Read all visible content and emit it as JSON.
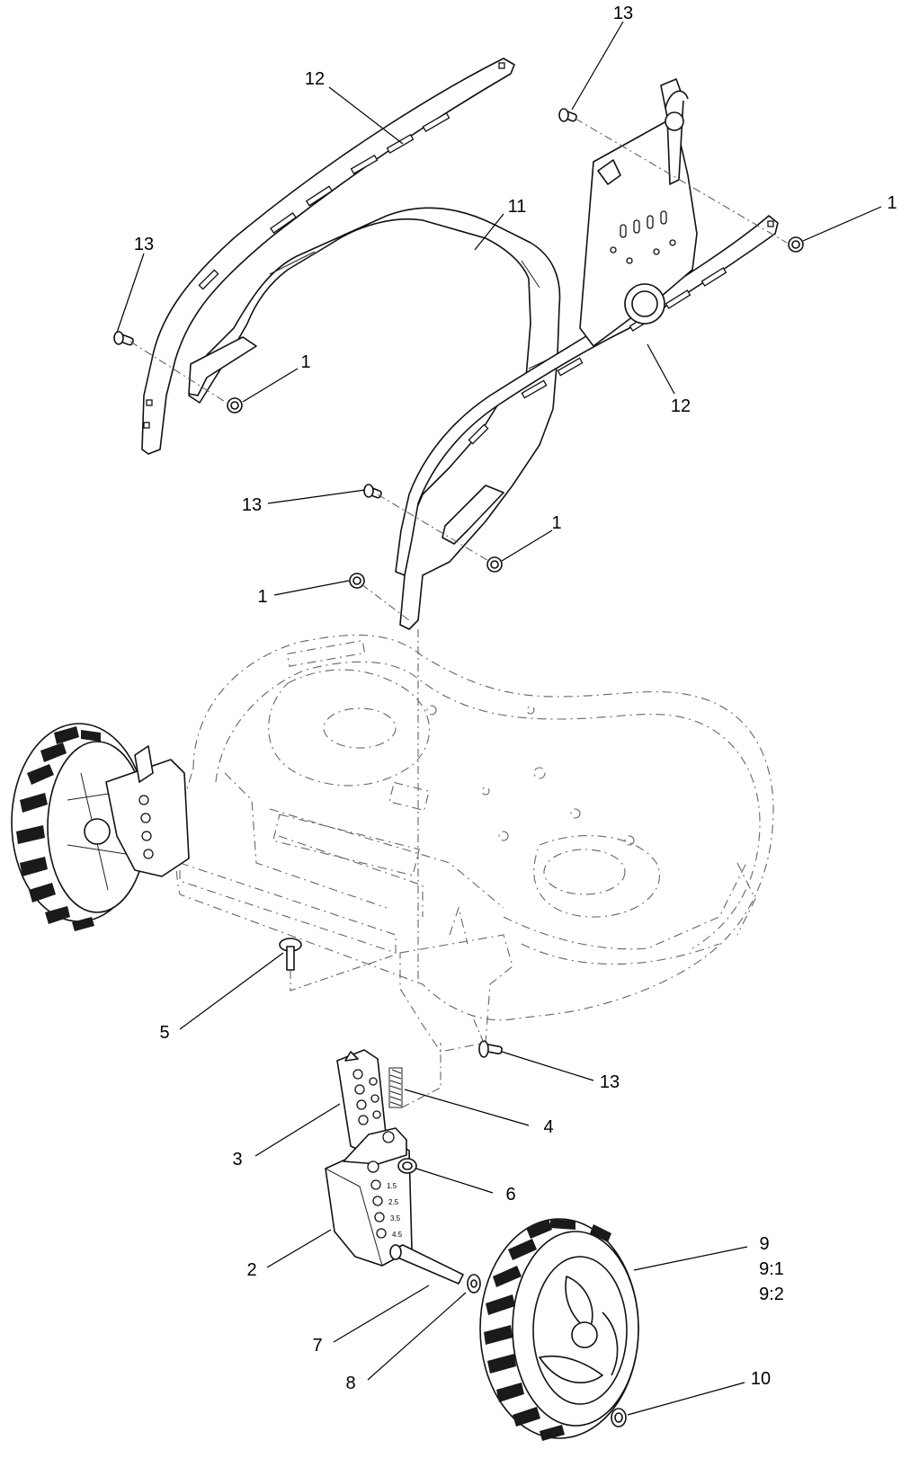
{
  "callouts": [
    {
      "id": "c13a",
      "text": "13"
    },
    {
      "id": "c12a",
      "text": "12"
    },
    {
      "id": "c11",
      "text": "11"
    },
    {
      "id": "c13b",
      "text": "13"
    },
    {
      "id": "c1a",
      "text": "1"
    },
    {
      "id": "c1b",
      "text": "1"
    },
    {
      "id": "c12b",
      "text": "12"
    },
    {
      "id": "c13c",
      "text": "13"
    },
    {
      "id": "c1c",
      "text": "1"
    },
    {
      "id": "c1d",
      "text": "1"
    },
    {
      "id": "c5",
      "text": "5"
    },
    {
      "id": "c13d",
      "text": "13"
    },
    {
      "id": "c4",
      "text": "4"
    },
    {
      "id": "c3",
      "text": "3"
    },
    {
      "id": "c6",
      "text": "6"
    },
    {
      "id": "c2",
      "text": "2"
    },
    {
      "id": "c9",
      "text": "9"
    },
    {
      "id": "c91",
      "text": "9:1"
    },
    {
      "id": "c92",
      "text": "9:2"
    },
    {
      "id": "c7",
      "text": "7"
    },
    {
      "id": "c8",
      "text": "8"
    },
    {
      "id": "c10",
      "text": "10"
    }
  ],
  "bracket_marks": [
    "1.5",
    "2.5",
    "3.5",
    "4.5"
  ]
}
